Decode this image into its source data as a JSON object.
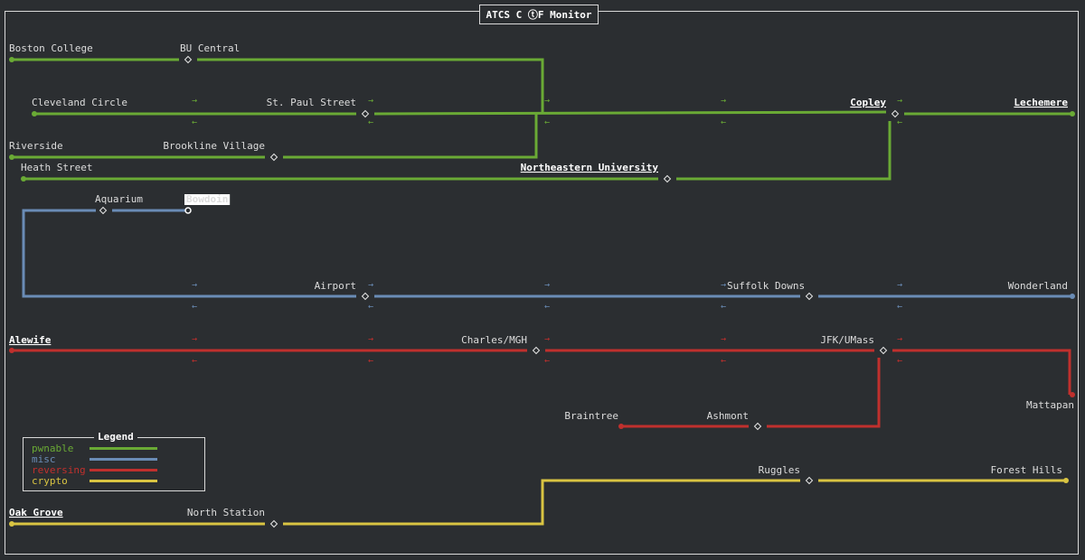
{
  "title": "ATCS C ⓣF Monitor",
  "colors": {
    "pwnable": "#6aaa35",
    "misc": "#6a8cb6",
    "reversing": "#c0302d",
    "crypto": "#d9c442",
    "background": "#2b2e31"
  },
  "legend": {
    "title": "Legend",
    "items": [
      {
        "label": "pwnable",
        "category": "pwnable"
      },
      {
        "label": "misc",
        "category": "misc"
      },
      {
        "label": "reversing",
        "category": "reversing"
      },
      {
        "label": "crypto",
        "category": "crypto"
      }
    ]
  },
  "stations": [
    {
      "name": "Boston College",
      "category": "pwnable",
      "highlight": false
    },
    {
      "name": "BU Central",
      "category": "pwnable",
      "highlight": false
    },
    {
      "name": "Cleveland Circle",
      "category": "pwnable",
      "highlight": false
    },
    {
      "name": "St. Paul Street",
      "category": "pwnable",
      "highlight": false
    },
    {
      "name": "Copley",
      "category": "pwnable",
      "highlight": true
    },
    {
      "name": "Lechemere",
      "category": "pwnable",
      "highlight": true
    },
    {
      "name": "Riverside",
      "category": "pwnable",
      "highlight": false
    },
    {
      "name": "Brookline Village",
      "category": "pwnable",
      "highlight": false
    },
    {
      "name": "Heath Street",
      "category": "pwnable",
      "highlight": false
    },
    {
      "name": "Northeastern University",
      "category": "pwnable",
      "highlight": true
    },
    {
      "name": "Aquarium",
      "category": "misc",
      "highlight": false
    },
    {
      "name": "Bowdoin",
      "category": "misc",
      "highlight": false,
      "selected": true
    },
    {
      "name": "Airport",
      "category": "misc",
      "highlight": false
    },
    {
      "name": "Suffolk Downs",
      "category": "misc",
      "highlight": false
    },
    {
      "name": "Wonderland",
      "category": "misc",
      "highlight": false
    },
    {
      "name": "Alewife",
      "category": "reversing",
      "highlight": true
    },
    {
      "name": "Charles/MGH",
      "category": "reversing",
      "highlight": false
    },
    {
      "name": "JFK/UMass",
      "category": "reversing",
      "highlight": false
    },
    {
      "name": "Mattapan",
      "category": "reversing",
      "highlight": false
    },
    {
      "name": "Braintree",
      "category": "reversing",
      "highlight": false
    },
    {
      "name": "Ashmont",
      "category": "reversing",
      "highlight": false
    },
    {
      "name": "Ruggles",
      "category": "crypto",
      "highlight": false
    },
    {
      "name": "Forest Hills",
      "category": "crypto",
      "highlight": false
    },
    {
      "name": "Oak Grove",
      "category": "crypto",
      "highlight": true
    },
    {
      "name": "North Station",
      "category": "crypto",
      "highlight": false
    }
  ],
  "arrows": {
    "forward": "→",
    "backward": "←"
  }
}
